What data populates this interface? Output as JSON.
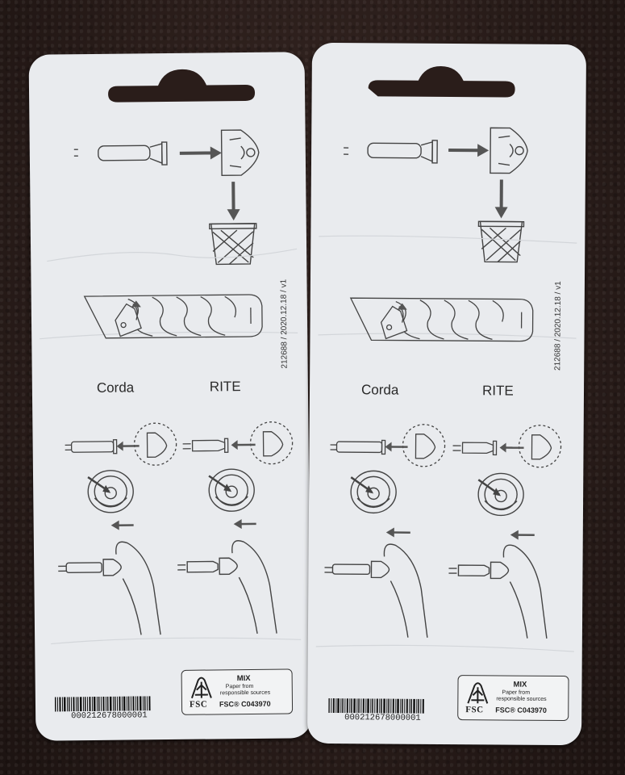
{
  "cards": [
    {
      "label_corda": "Corda",
      "label_rite": "RITE",
      "version_code": "212688 / 2020.12.18 / v1",
      "barcode_number": "000212678000001",
      "fsc": {
        "logo_text": "FSC",
        "mix": "MIX",
        "line1": "Paper from",
        "line2": "responsible sources",
        "code": "FSC® C043970"
      }
    },
    {
      "label_corda": "Corda",
      "label_rite": "RITE",
      "version_code": "212688 / 2020.12.18 / v1",
      "barcode_number": "000212678000001",
      "fsc": {
        "logo_text": "FSC",
        "mix": "MIX",
        "line1": "Paper from",
        "line2": "responsible sources",
        "code": "FSC® C043970"
      }
    }
  ],
  "colors": {
    "card": "#e9ebee",
    "ink": "#333333",
    "arrow": "#555555",
    "background": "#2a1d1a"
  }
}
